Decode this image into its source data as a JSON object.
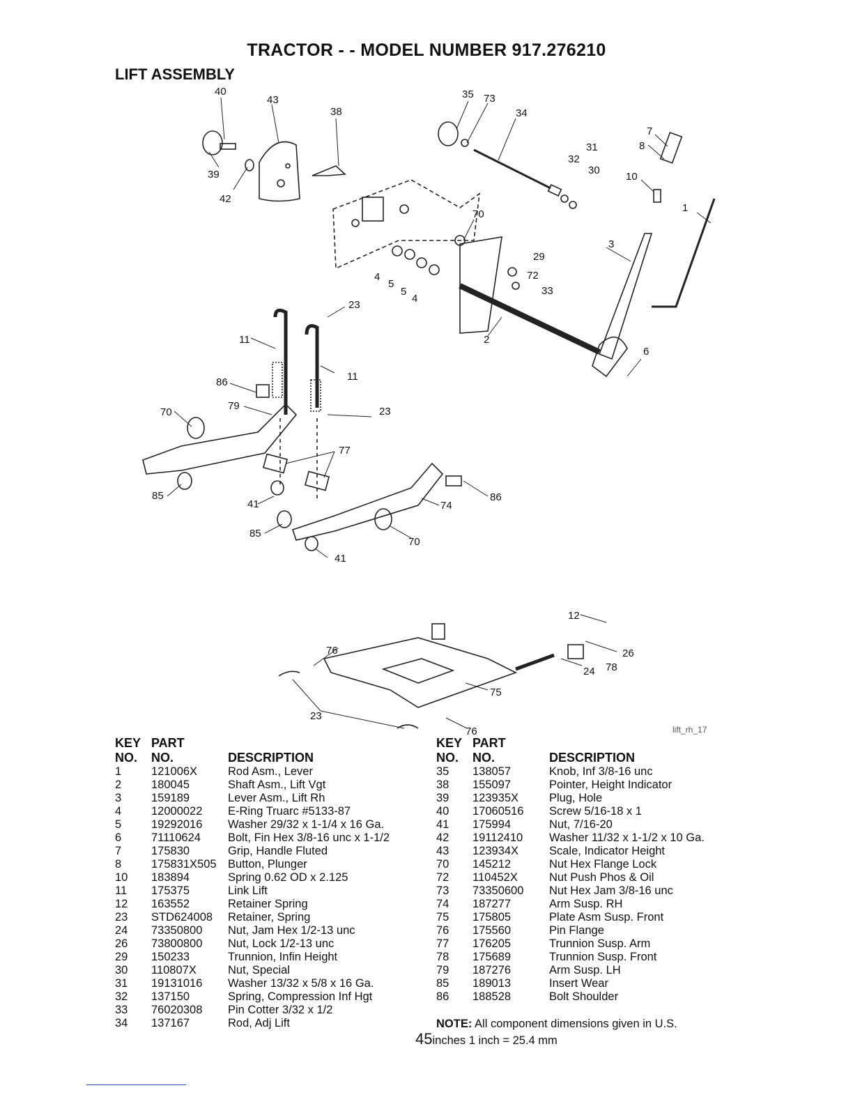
{
  "title": "TRACTOR - - MODEL NUMBER 917.276210",
  "section": "LIFT ASSEMBLY",
  "figure_id": "lift_rh_17",
  "callouts": [
    "40",
    "43",
    "38",
    "39",
    "42",
    "35",
    "73",
    "34",
    "7",
    "8",
    "31",
    "32",
    "30",
    "10",
    "1",
    "70",
    "3",
    "29",
    "72",
    "33",
    "4",
    "5",
    "5",
    "4",
    "23",
    "2",
    "11",
    "11",
    "86",
    "79",
    "23",
    "6",
    "70",
    "77",
    "85",
    "86",
    "74",
    "41",
    "85",
    "70",
    "41",
    "12",
    "26",
    "76",
    "24",
    "78",
    "75",
    "23",
    "76"
  ],
  "table_headers": {
    "key_top": "KEY",
    "key_bottom": "NO.",
    "part_top": "PART",
    "part_bottom": "NO.",
    "description": "DESCRIPTION"
  },
  "parts_left": [
    {
      "key": "1",
      "part": "121006X",
      "desc": "Rod Asm., Lever"
    },
    {
      "key": "2",
      "part": "180045",
      "desc": "Shaft Asm., Lift Vgt"
    },
    {
      "key": "3",
      "part": "159189",
      "desc": "Lever Asm., Lift Rh"
    },
    {
      "key": "4",
      "part": "12000022",
      "desc": "E-Ring Truarc #5133-87"
    },
    {
      "key": "5",
      "part": "19292016",
      "desc": "Washer  29/32 x 1-1/4 x 16 Ga."
    },
    {
      "key": "6",
      "part": "71110624",
      "desc": "Bolt, Fin Hex  3/8-16 unc x 1-1/2"
    },
    {
      "key": "7",
      "part": "175830",
      "desc": "Grip, Handle Fluted"
    },
    {
      "key": "8",
      "part": "175831X505",
      "desc": "Button, Plunger"
    },
    {
      "key": "10",
      "part": "183894",
      "desc": "Spring  0.62 OD x 2.125"
    },
    {
      "key": "11",
      "part": "175375",
      "desc": "Link Lift"
    },
    {
      "key": "12",
      "part": "163552",
      "desc": "Retainer Spring"
    },
    {
      "key": "23",
      "part": "STD624008",
      "desc": "Retainer, Spring"
    },
    {
      "key": "24",
      "part": "73350800",
      "desc": "Nut, Jam Hex  1/2-13 unc"
    },
    {
      "key": "26",
      "part": "73800800",
      "desc": "Nut, Lock  1/2-13 unc"
    },
    {
      "key": "29",
      "part": "150233",
      "desc": "Trunnion, Infin Height"
    },
    {
      "key": "30",
      "part": "110807X",
      "desc": "Nut, Special"
    },
    {
      "key": "31",
      "part": "19131016",
      "desc": "Washer  13/32 x 5/8 x 16 Ga."
    },
    {
      "key": "32",
      "part": "137150",
      "desc": "Spring, Compression Inf Hgt"
    },
    {
      "key": "33",
      "part": "76020308",
      "desc": "Pin Cotter 3/32 x 1/2"
    },
    {
      "key": "34",
      "part": "137167",
      "desc": "Rod, Adj Lift"
    }
  ],
  "parts_right": [
    {
      "key": "35",
      "part": "138057",
      "desc": "Knob, Inf  3/8-16 unc"
    },
    {
      "key": "38",
      "part": "155097",
      "desc": "Pointer, Height Indicator"
    },
    {
      "key": "39",
      "part": "123935X",
      "desc": "Plug, Hole"
    },
    {
      "key": "40",
      "part": "17060516",
      "desc": "Screw 5/16-18 x 1"
    },
    {
      "key": "41",
      "part": "175994",
      "desc": "Nut, 7/16-20"
    },
    {
      "key": "42",
      "part": "19112410",
      "desc": "Washer 11/32 x 1-1/2 x 10 Ga."
    },
    {
      "key": "43",
      "part": "123934X",
      "desc": "Scale, Indicator Height"
    },
    {
      "key": "70",
      "part": "145212",
      "desc": "Nut Hex Flange Lock"
    },
    {
      "key": "72",
      "part": "110452X",
      "desc": "Nut Push Phos & Oil"
    },
    {
      "key": "73",
      "part": "73350600",
      "desc": "Nut Hex Jam 3/8-16 unc"
    },
    {
      "key": "74",
      "part": "187277",
      "desc": "Arm Susp. RH"
    },
    {
      "key": "75",
      "part": "175805",
      "desc": "Plate Asm Susp. Front"
    },
    {
      "key": "76",
      "part": "175560",
      "desc": "Pin Flange"
    },
    {
      "key": "77",
      "part": "176205",
      "desc": "Trunnion Susp. Arm"
    },
    {
      "key": "78",
      "part": "175689",
      "desc": "Trunnion Susp. Front"
    },
    {
      "key": "79",
      "part": "187276",
      "desc": "Arm Susp. LH"
    },
    {
      "key": "85",
      "part": "189013",
      "desc": "Insert Wear"
    },
    {
      "key": "86",
      "part": "188528",
      "desc": "Bolt Shoulder"
    }
  ],
  "note_label": "NOTE:",
  "note_text": "All component dimensions given in U.S.",
  "page_number": "45",
  "footer_text": "inches  1 inch = 25.4 mm"
}
